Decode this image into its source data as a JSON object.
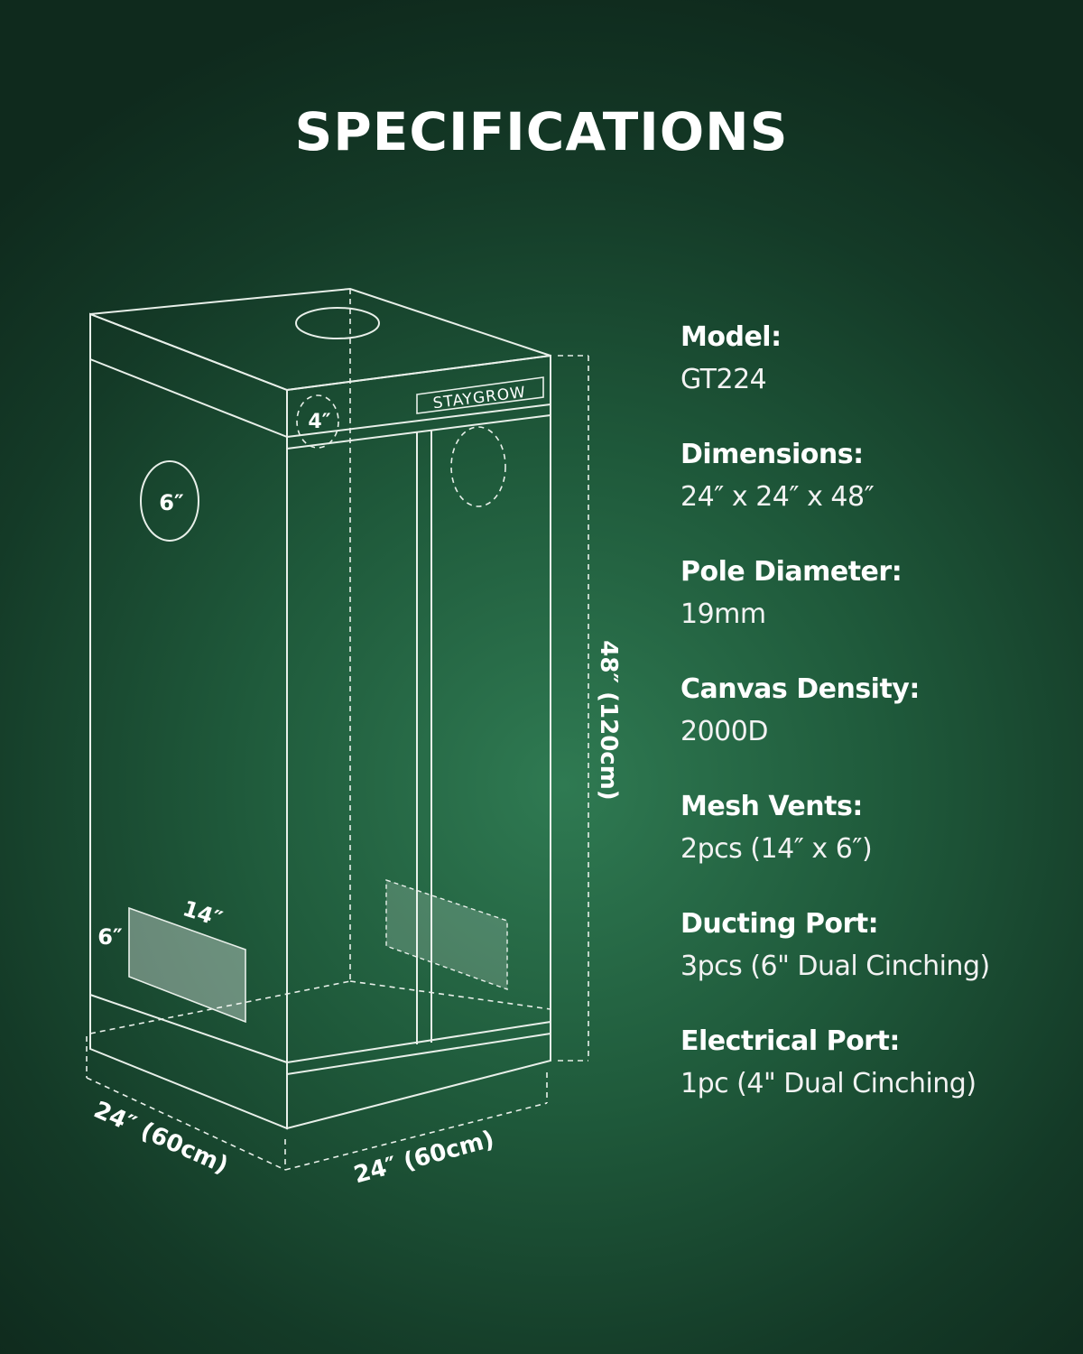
{
  "title": "SPECIFICATIONS",
  "diagram": {
    "brand": "STAYGROW",
    "top_port": "4″",
    "side_port": "6″",
    "vent_width": "14″",
    "vent_height": "6″",
    "height_dim": "48″ (120cm)",
    "depth_dim": "24″ (60cm)",
    "width_dim": "24″  (60cm)"
  },
  "specs": [
    {
      "label": "Model:",
      "value": "GT224"
    },
    {
      "label": "Dimensions:",
      "value": "24″ x 24″ x 48″"
    },
    {
      "label": "Pole Diameter:",
      "value": "19mm"
    },
    {
      "label": "Canvas Density:",
      "value": "2000D"
    },
    {
      "label": "Mesh Vents:",
      "value": "2pcs (14″ x 6″)"
    },
    {
      "label": "Ducting Port:",
      "value": "3pcs (6\" Dual Cinching)"
    },
    {
      "label": "Electrical Port:",
      "value": "1pc (4\" Dual Cinching)"
    }
  ],
  "colors": {
    "background": "#1f5a3b",
    "line": "#e8efe9",
    "text": "#ffffff"
  }
}
